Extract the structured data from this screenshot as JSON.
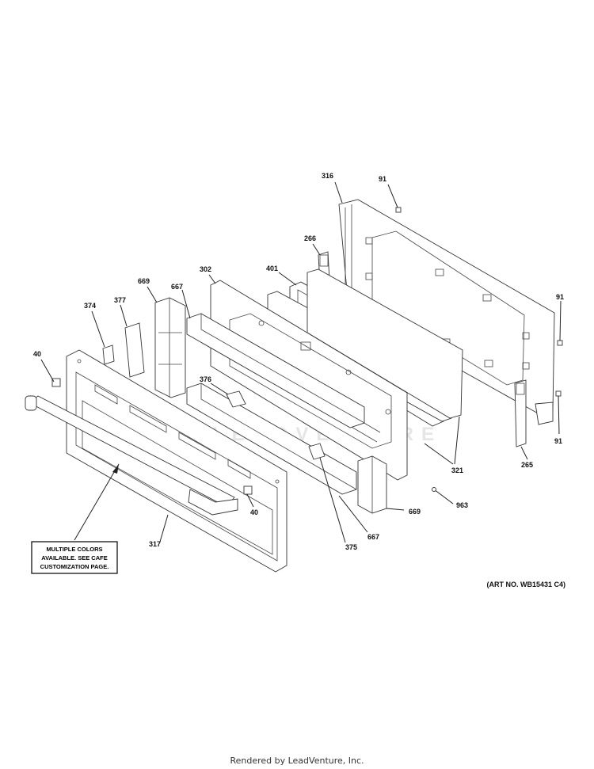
{
  "diagram": {
    "watermark": "LEADVENTURE",
    "part_labels": [
      {
        "id": "316",
        "text": "316"
      },
      {
        "id": "91a",
        "text": "91"
      },
      {
        "id": "266",
        "text": "266"
      },
      {
        "id": "302",
        "text": "302"
      },
      {
        "id": "401",
        "text": "401"
      },
      {
        "id": "669a",
        "text": "669"
      },
      {
        "id": "667a",
        "text": "667"
      },
      {
        "id": "374",
        "text": "374"
      },
      {
        "id": "377",
        "text": "377"
      },
      {
        "id": "40a",
        "text": "40"
      },
      {
        "id": "376",
        "text": "376"
      },
      {
        "id": "91b",
        "text": "91"
      },
      {
        "id": "91c",
        "text": "91"
      },
      {
        "id": "265",
        "text": "265"
      },
      {
        "id": "321",
        "text": "321"
      },
      {
        "id": "963",
        "text": "963"
      },
      {
        "id": "669b",
        "text": "669"
      },
      {
        "id": "667b",
        "text": "667"
      },
      {
        "id": "375",
        "text": "375"
      },
      {
        "id": "40b",
        "text": "40"
      },
      {
        "id": "317",
        "text": "317"
      }
    ],
    "note_lines": [
      "MULTIPLE COLORS",
      "AVAILABLE. SEE CAFE",
      "CUSTOMIZATION PAGE."
    ],
    "art_number": "(ART NO. WB15431 C4)"
  },
  "footer": {
    "text": "Rendered by LeadVenture, Inc."
  }
}
